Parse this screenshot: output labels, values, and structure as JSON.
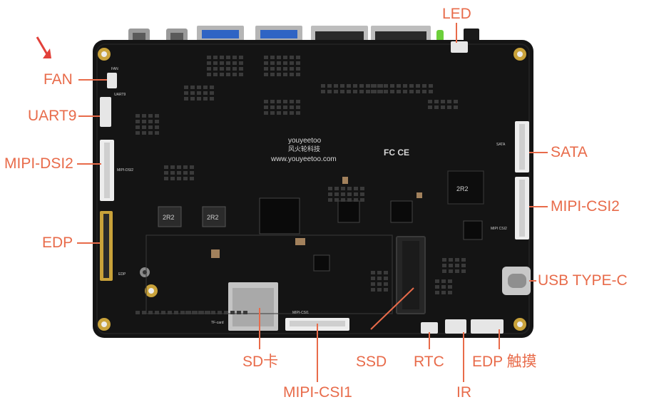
{
  "board": {
    "brand_text": "youyeetoo",
    "brand_cn": "风火轮科技",
    "website": "www.youyeetoo.com",
    "cert_marks": "FC CE",
    "silkscreen": {
      "fan": "FAN",
      "uart9": "UART9",
      "mipi_dsi": "MIPI-DSI2",
      "edp": "EDP",
      "sata": "SATA",
      "mipi_csi2": "MIPI CSI2",
      "mipi_csi1": "MIPI-CSI1",
      "tf_card": "TF-card",
      "inductor1": "2R2",
      "inductor2": "2R2",
      "inductor3": "2R2"
    }
  },
  "labels": {
    "led": "LED",
    "fan": "FAN",
    "uart9": "UART9",
    "mipi_dsi2": "MIPI-DSI2",
    "edp": "EDP",
    "sata": "SATA",
    "mipi_csi2": "MIPI-CSI2",
    "usb_typec": "USB TYPE-C",
    "sd": "SD卡",
    "mipi_csi1": "MIPI-CSI1",
    "ssd": "SSD",
    "rtc": "RTC",
    "ir": "IR",
    "edp_touch": "EDP 触摸"
  },
  "colors": {
    "label": "#e86b4a",
    "board": "#141414",
    "gold": "#c9a23a"
  }
}
